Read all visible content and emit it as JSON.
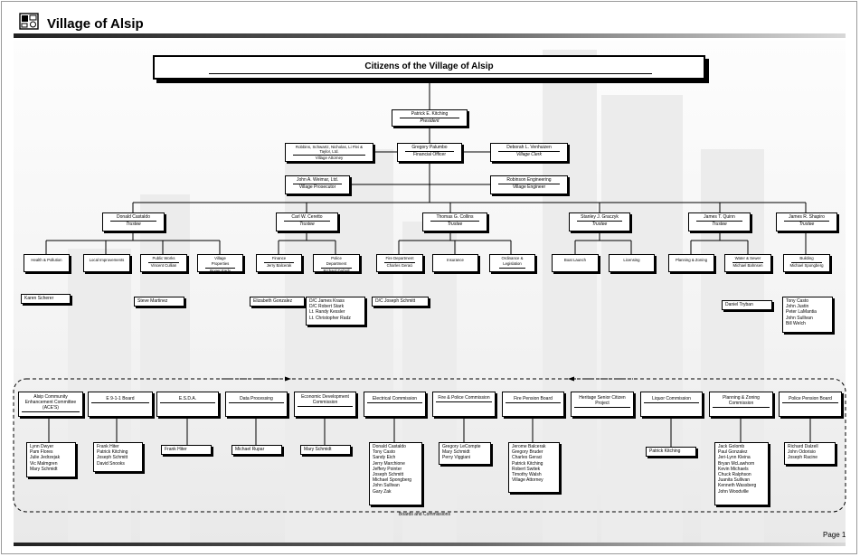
{
  "header": {
    "title": "Village of Alsip",
    "page_label": "Page 1"
  },
  "citizens": "Citizens of the Village of Alsip",
  "president": {
    "name": "Patrick E. Kitching",
    "role": "President"
  },
  "row_officials": [
    {
      "name": "Robbins, Schwartz, Nicholas, Li Flei & Taylor, Ltd.",
      "role": "Village Attorney"
    },
    {
      "name": "Gregory Palumbo",
      "role": "Financial Officer"
    },
    {
      "name": "Deborah L. Venhuizen",
      "role": "Village Clerk"
    }
  ],
  "row_prosecutor": [
    {
      "name": "John A. Weimar, Ltd.",
      "role": "Village Prosecutor"
    },
    {
      "name": "Robinson Engineering",
      "role": "Village Engineer"
    }
  ],
  "trustees": [
    {
      "name": "Donald Castaldo",
      "role": "Trustee"
    },
    {
      "name": "Carl W. Ceretto",
      "role": "Trustee"
    },
    {
      "name": "Thomas G. Collins",
      "role": "Trustee"
    },
    {
      "name": "Stanley J. Graczyk",
      "role": "Trustee"
    },
    {
      "name": "James T. Quinn",
      "role": "Trustee"
    },
    {
      "name": "James R. Shapiro",
      "role": "Trustee"
    }
  ],
  "departments": [
    {
      "name": "Health & Pollution",
      "sub": ""
    },
    {
      "name": "Local Improvements",
      "sub": ""
    },
    {
      "name": "Public Works",
      "sub": "Vincent Cullian"
    },
    {
      "name": "Village Properties",
      "sub": "Roger Early"
    },
    {
      "name": "Finance",
      "sub": "Jerry Balcerak"
    },
    {
      "name": "Police Department",
      "sub": "Richard Dalzell"
    },
    {
      "name": "Fire Department",
      "sub": "Charles Geraci"
    },
    {
      "name": "Insurance",
      "sub": ""
    },
    {
      "name": "Ordinance & Legislation",
      "sub": ""
    },
    {
      "name": "Boat Launch",
      "sub": ""
    },
    {
      "name": "Licensing",
      "sub": ""
    },
    {
      "name": "Planning & Zoning",
      "sub": ""
    },
    {
      "name": "Water & Sewer",
      "sub": "Michael Bahnsen"
    },
    {
      "name": "Building",
      "sub": "Michael Spongberg"
    }
  ],
  "staff": {
    "karen": [
      "Karen Scherer"
    ],
    "steve": [
      "Steve Martinez"
    ],
    "elizabeth": [
      "Elizabeth Gonzalez"
    ],
    "police": [
      "D/C James Krass",
      "D/C Robert Stark",
      "Lt. Randy Kessler",
      "Lt. Christopher Radz"
    ],
    "fire": [
      "D/C Joseph Schmitt"
    ],
    "water": [
      "Daniel Tryban"
    ],
    "building": [
      "Tony Casto",
      "John Justin",
      "Peter LaMantia",
      "John Sullivan",
      "Bill Welch"
    ]
  },
  "boards": [
    {
      "name": "Alsip Community Enhancement Committee (ACE'S)",
      "members": [
        "Lynn Dwyer",
        "Pam Flores",
        "Julie Jedrzejak",
        "Vic Malmgren",
        "Mary Schmidt"
      ]
    },
    {
      "name": "E 9-1-1 Board",
      "members": [
        "Frank Hiter",
        "Patrick Kitching",
        "Joseph Schmitt",
        "David Snooks"
      ]
    },
    {
      "name": "E.S.D.A.",
      "members": [
        "Frank Hiter"
      ]
    },
    {
      "name": "Data Processing",
      "members": [
        "Michael Rupar"
      ]
    },
    {
      "name": "Economic Development Commission",
      "members": [
        "Mary Schmidt"
      ]
    },
    {
      "name": "Electrical Commission",
      "members": [
        "Donald Castaldo",
        "Tony Casto",
        "Sandy Eich",
        "Jerry Marchione",
        "Jeffery Pointer",
        "Joseph Schmitt",
        "Michael Spongberg",
        "John Sullivan",
        "Gary Zak"
      ]
    },
    {
      "name": "Fire & Police Commission",
      "members": [
        "Gregory LeCompte",
        "Mary Schmidt",
        "Perry Viggiani"
      ]
    },
    {
      "name": "Fire Pension Board",
      "members": [
        "Jerome Balcerak",
        "Gregory Bruder",
        "Charles Geraci",
        "Patrick Kitching",
        "Robert Switek",
        "Timothy Walsh",
        "Village Attorney"
      ]
    },
    {
      "name": "Heritage Senior Citizen Project",
      "members": []
    },
    {
      "name": "Liquor Commission",
      "members": [
        "Patrick Kitching"
      ]
    },
    {
      "name": "Planning & Zoning Commission",
      "members": [
        "Jack Golomb",
        "Paul Gonzalez",
        "Jeri-Lynn Kleina",
        "Bryan McLawhorn",
        "Kevin Michaels",
        "Chuck Ralphson",
        "Juanita Sullivan",
        "Kenneth Wassberg",
        "John Woodville"
      ]
    },
    {
      "name": "Police Pension Board",
      "members": [
        "Richard Dalzell",
        "John Odorisio",
        "Joseph Racine"
      ]
    }
  ],
  "boards_caption": "Boards and Commissions"
}
